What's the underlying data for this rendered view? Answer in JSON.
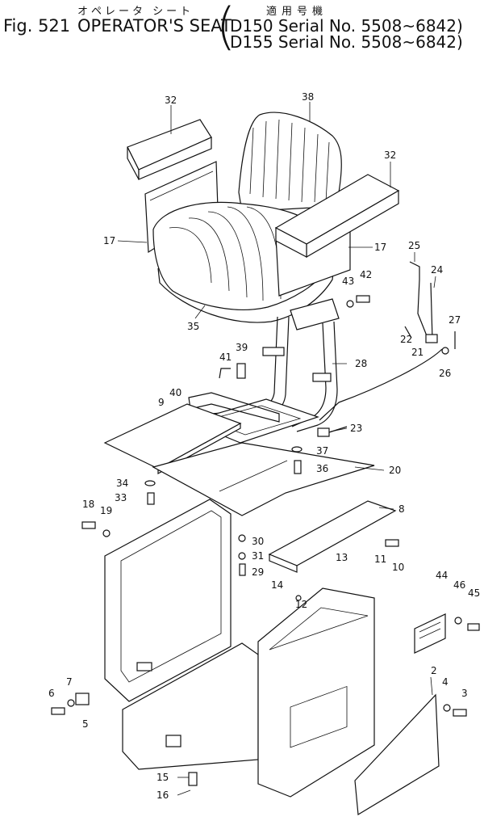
{
  "header": {
    "japanese_title": "オペレータ シート",
    "japanese_applicable": "適用号機",
    "figure_number": "Fig. 521",
    "title": "OPERATOR'S SEAT",
    "serial_lines": [
      "D150 Serial No. 5508~6842)",
      "D155 Serial No. 5508~6842)"
    ]
  },
  "callouts": [
    "32",
    "38",
    "32",
    "17",
    "17",
    "25",
    "24",
    "43",
    "42",
    "35",
    "27",
    "22",
    "21",
    "26",
    "41",
    "39",
    "28",
    "40",
    "9",
    "23",
    "37",
    "36",
    "20",
    "34",
    "33",
    "18",
    "19",
    "8",
    "30",
    "31",
    "29",
    "13",
    "11",
    "10",
    "14",
    "12",
    "44",
    "46",
    "45",
    "7",
    "6",
    "5",
    "2",
    "4",
    "3",
    "15",
    "16"
  ]
}
